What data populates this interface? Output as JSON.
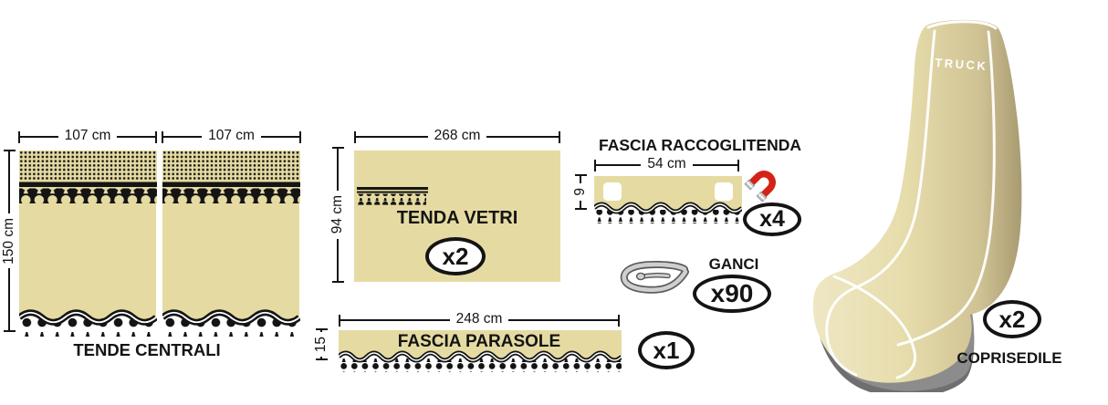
{
  "product_kit": {
    "tende_centrali": {
      "label": "TENDE CENTRALI",
      "panel1_width": "107 cm",
      "panel2_width": "107 cm",
      "height": "150 cm"
    },
    "tenda_vetri": {
      "label": "TENDA VETRI",
      "width": "268 cm",
      "height": "94 cm",
      "quantity": "x2"
    },
    "fascia_raccoglitenda": {
      "label": "FASCIA RACCOGLITENDA",
      "width": "54 cm",
      "height": "9",
      "quantity": "x4"
    },
    "ganci": {
      "label": "GANCI",
      "quantity": "x90"
    },
    "fascia_parasole": {
      "label": "FASCIA PARASOLE",
      "width": "248 cm",
      "height": "15",
      "quantity": "x1"
    },
    "coprisedile": {
      "label": "COPRISEDILE",
      "quantity": "x2",
      "seat_text": "TRUCK"
    }
  },
  "icons": {
    "magnet": "magnet-icon",
    "hook": "curtain-hook-icon"
  },
  "colors": {
    "fabric_beige": "#e5dba2",
    "trim_black": "#141414",
    "magnet_red": "#d42316",
    "seat_base_gray": "#8c8c8c"
  }
}
